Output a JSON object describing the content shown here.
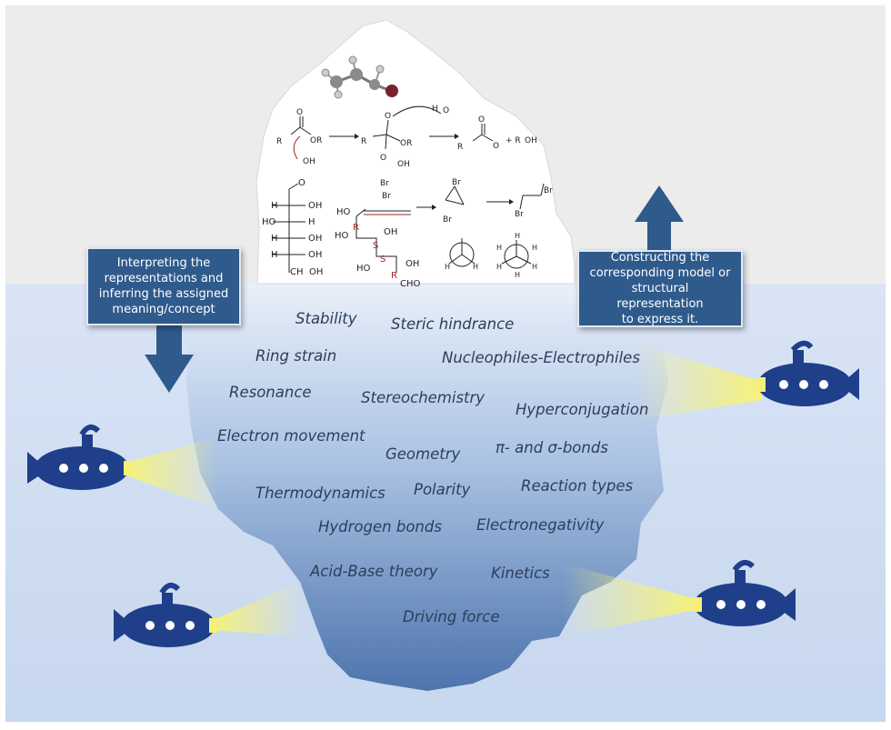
{
  "callouts": {
    "left": [
      "Interpreting the",
      "representations and",
      "inferring the assigned",
      "meaning/concept"
    ],
    "right": [
      "Constructing the",
      "corresponding model or",
      "structural representation",
      "to express it."
    ]
  },
  "concepts": {
    "stability": "Stability",
    "steric_hindrance": "Steric hindrance",
    "ring_strain": "Ring strain",
    "nucleophiles_electrophiles": "Nucleophiles-Electrophiles",
    "resonance": "Resonance",
    "stereochemistry": "Stereochemistry",
    "hyperconjugation": "Hyperconjugation",
    "electron_movement": "Electron movement",
    "geometry": "Geometry",
    "pi_sigma_bonds": "π- and σ-bonds",
    "thermodynamics": "Thermodynamics",
    "polarity": "Polarity",
    "reaction_types": "Reaction types",
    "hydrogen_bonds": "Hydrogen bonds",
    "electronegativity": "Electronegativity",
    "acid_base_theory": "Acid-Base theory",
    "kinetics": "Kinetics",
    "driving_force": "Driving force"
  },
  "chemistry": {
    "ester_r1": "R",
    "ester_or2": "OR",
    "hydroxide": "OH",
    "carboxylate_plus": "+ R",
    "r2oh": "OH",
    "water": "H",
    "br_plus": "Br",
    "br_minus": "Br",
    "cho": "CHO",
    "oh": "OH",
    "ch2oh": "CH",
    "ho": "HO",
    "h": "H",
    "o": "O",
    "r_label": "R",
    "s_label": "S"
  },
  "colors": {
    "sky": "#ececec",
    "water": "#cddcf2",
    "callout": "#2f5a8c",
    "submarine": "#1f3f8a",
    "light_beam": "#f4f07a",
    "text": "#2c3e5c"
  }
}
